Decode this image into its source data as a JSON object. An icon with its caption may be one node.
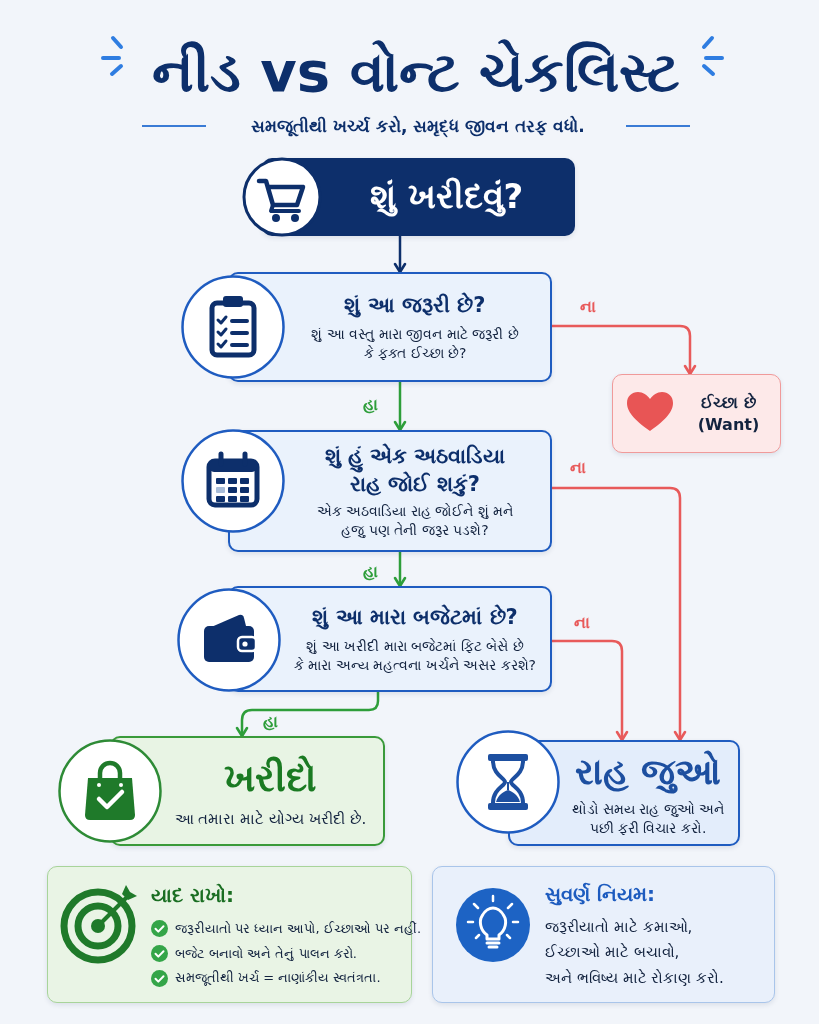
{
  "diagram": {
    "title": "નીડ vs વોન્ટ ચેકલિસ્ટ",
    "nodes": [
      {
        "text": [
          "શું ખરીદવું?"
        ]
      },
      {
        "text": [
          "શું આ જરૂરી છે?",
          "શું આ વસ્તુ મારા જીવન માટે જરૂરી છે કે ફક્ત ઈચ્છા છે?"
        ]
      },
      {
        "text": [
          "ઈચ્છા છે",
          "(Want)"
        ]
      },
      {
        "text": [
          "શું હું એક અઠવાડિયા રાહ જોઈ શકું?",
          "એક અઠવાડિયા રાહ જોઈને શું મને હજુ પણ તેની જરૂર પડશે?"
        ]
      },
      {
        "text": [
          "શું આ મારા બજેટમાં છે?",
          "શું આ ખરીદી મારા બજેટમાં ફિટ બેસે છે કે મારા અન્ય મહત્વના ખર્ચને અસર કરશે?"
        ]
      },
      {
        "text": [
          "ખરીદો",
          "આ તમારા માટે યોગ્ય ખરીદી છે."
        ]
      },
      {
        "text": [
          "રાહ જુઓ",
          "થોડો સમય રાહ જુઓ અને પછી ફરી વિચાર કરો."
        ]
      },
      {
        "text": [
          "યાદ રાખો:",
          "જરૂરીયાતો પર ધ્યાન આપો, ઈચ્છાઓ પર નહીં.",
          "બજેટ બનાવો અને તેનું પાલન કરો.",
          "સમજૂતીથી ખર્ચ = નાણાંકીય સ્વતંત્રતા."
        ]
      },
      {
        "text": [
          "સુવર્ણ નિયમ:",
          "જરૂરીયાતો માટે કમાઓ,",
          "ઈચ્છાઓ માટે બચાવો,",
          "અને ભવિષ્ય માટે રોકાણ કરો."
        ]
      }
    ],
    "edges": [
      {
        "from": 0,
        "to": 1,
        "arrow": "to",
        "color": "#0d2f6b"
      },
      {
        "from": 1,
        "to": 2,
        "arrow": "to",
        "label": "ના",
        "color": "#e85a5a"
      },
      {
        "from": 1,
        "to": 3,
        "arrow": "to",
        "label": "હા",
        "color": "#2e9e3a"
      },
      {
        "from": 3,
        "to": 6,
        "arrow": "to",
        "label": "ના",
        "color": "#e85a5a"
      },
      {
        "from": 3,
        "to": 4,
        "arrow": "to",
        "label": "હા",
        "color": "#2e9e3a"
      },
      {
        "from": 4,
        "to": 6,
        "arrow": "to",
        "label": "ના",
        "color": "#e85a5a"
      },
      {
        "from": 4,
        "to": 5,
        "arrow": "to",
        "label": "હા",
        "color": "#2e9e3a"
      }
    ],
    "labels": [
      "સમજૂતીથી ખર્ચ્ચ કરો, સમૃદ્ધ જીવન તરફ વધો."
    ]
  }
}
